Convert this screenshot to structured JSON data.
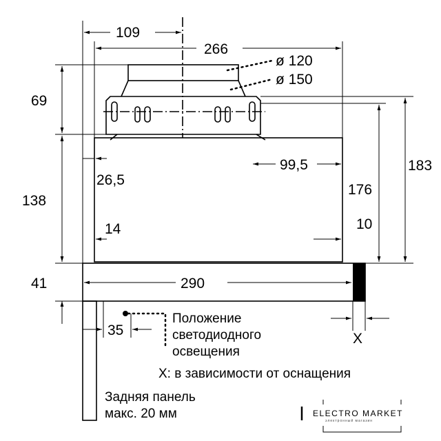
{
  "dimensions": {
    "d109": "109",
    "d266": "266",
    "d120": "ø 120",
    "d150": "ø 150",
    "d69": "69",
    "d26_5": "26,5",
    "d99_5": "99,5",
    "d183": "183",
    "d176": "176",
    "d138": "138",
    "d14": "14",
    "d10": "10",
    "d41": "41",
    "d290": "290",
    "d35": "35",
    "dX": "X"
  },
  "notes": {
    "led_line1": "Положение",
    "led_line2": "светодиодного",
    "led_line3": "освещения",
    "x_note": "X: в зависимости от оснащения",
    "rear_line1": "Задняя панель",
    "rear_line2": "макс. 20 мм"
  },
  "watermark": {
    "brand": "ELECTRO MARKET",
    "subtitle": "электронный магазин"
  }
}
